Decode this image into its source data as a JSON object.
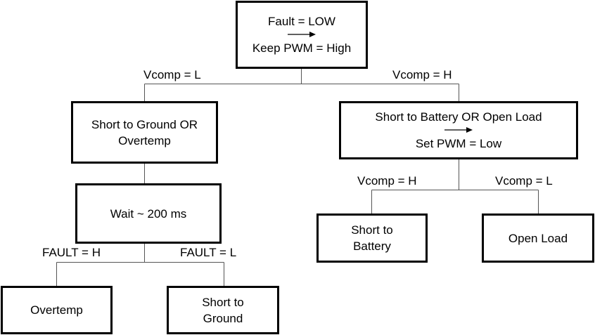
{
  "nodes": {
    "root": {
      "line1": "Fault = LOW",
      "line2": "Keep PWM = High"
    },
    "left_mid": {
      "line1": "Short to Ground OR",
      "line2": "Overtemp"
    },
    "right_mid": {
      "line1": "Short to Battery OR Open Load",
      "line2": "Set PWM = Low"
    },
    "wait": {
      "label": "Wait ~ 200 ms"
    },
    "overtemp": {
      "label": "Overtemp"
    },
    "short_ground": {
      "line1": "Short to",
      "line2": "Ground"
    },
    "short_battery": {
      "line1": "Short to",
      "line2": "Battery"
    },
    "open_load": {
      "label": "Open Load"
    }
  },
  "edges": {
    "root_left": "Vcomp = L",
    "root_right": "Vcomp = H",
    "right_left": "Vcomp = H",
    "right_right": "Vcomp = L",
    "wait_left": "FAULT = H",
    "wait_right": "FAULT = L"
  }
}
